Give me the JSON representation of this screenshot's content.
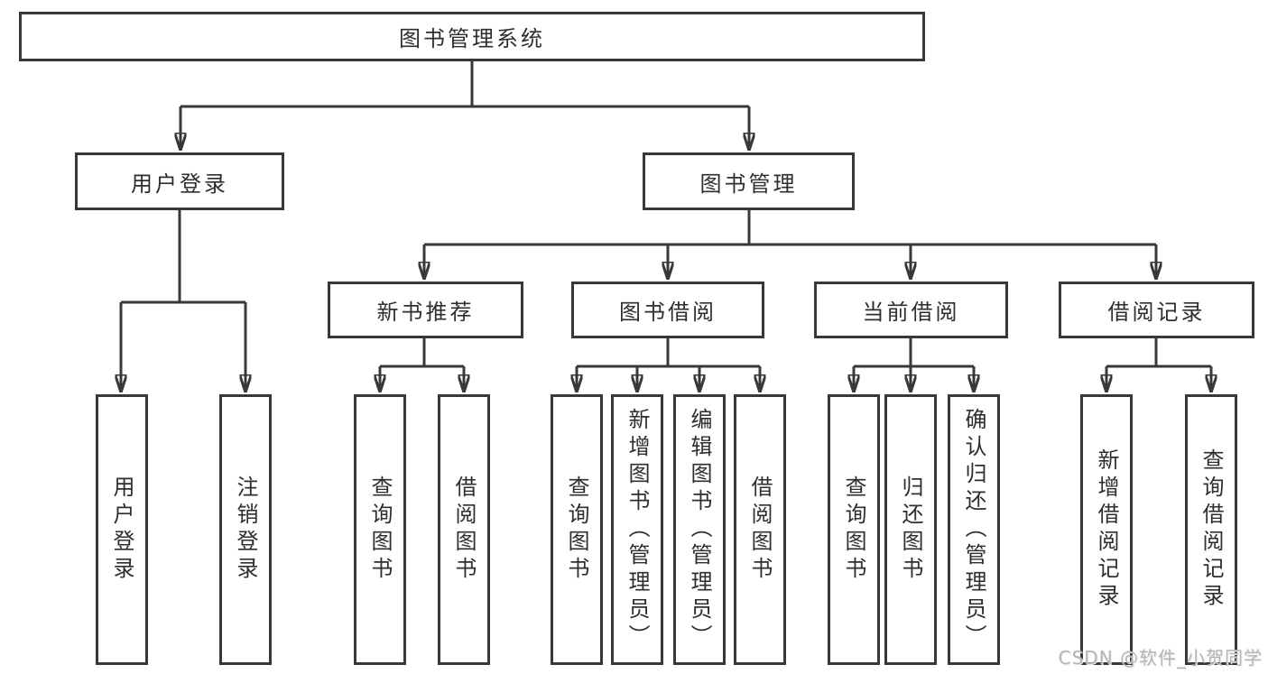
{
  "diagram": {
    "title": "图书管理系统",
    "type": "tree",
    "colors": {
      "line": "#383838",
      "border": "#383838",
      "text": "#2e2e2e",
      "watermark": "#b5b5b5",
      "background": "#ffffff"
    },
    "nodes": {
      "root": "图书管理系统",
      "user_login": "用户登录",
      "book_management": "图书管理",
      "new_book_recommend": "新书推荐",
      "book_borrowing": "图书借阅",
      "current_borrowing": "当前借阅",
      "borrowing_records": "借阅记录",
      "leaves": [
        "用户登录",
        "注销登录",
        "查询图书",
        "借阅图书",
        "查询图书",
        "新增图书（管理员）",
        "编辑图书（管理员）",
        "借阅图书",
        "查询图书",
        "归还图书",
        "确认归还（管理员）",
        "新增借阅记录",
        "查询借阅记录"
      ]
    },
    "hierarchy": {
      "图书管理系统": [
        "用户登录",
        "图书管理"
      ],
      "用户登录": [
        "用户登录",
        "注销登录"
      ],
      "图书管理": [
        "新书推荐",
        "图书借阅",
        "当前借阅",
        "借阅记录"
      ],
      "新书推荐": [
        "查询图书",
        "借阅图书"
      ],
      "图书借阅": [
        "查询图书",
        "新增图书（管理员）",
        "编辑图书（管理员）",
        "借阅图书"
      ],
      "当前借阅": [
        "查询图书",
        "归还图书",
        "确认归还（管理员）"
      ],
      "借阅记录": [
        "新增借阅记录",
        "查询借阅记录"
      ]
    }
  },
  "watermark": {
    "text": "CSDN @软件_小贺同学"
  }
}
